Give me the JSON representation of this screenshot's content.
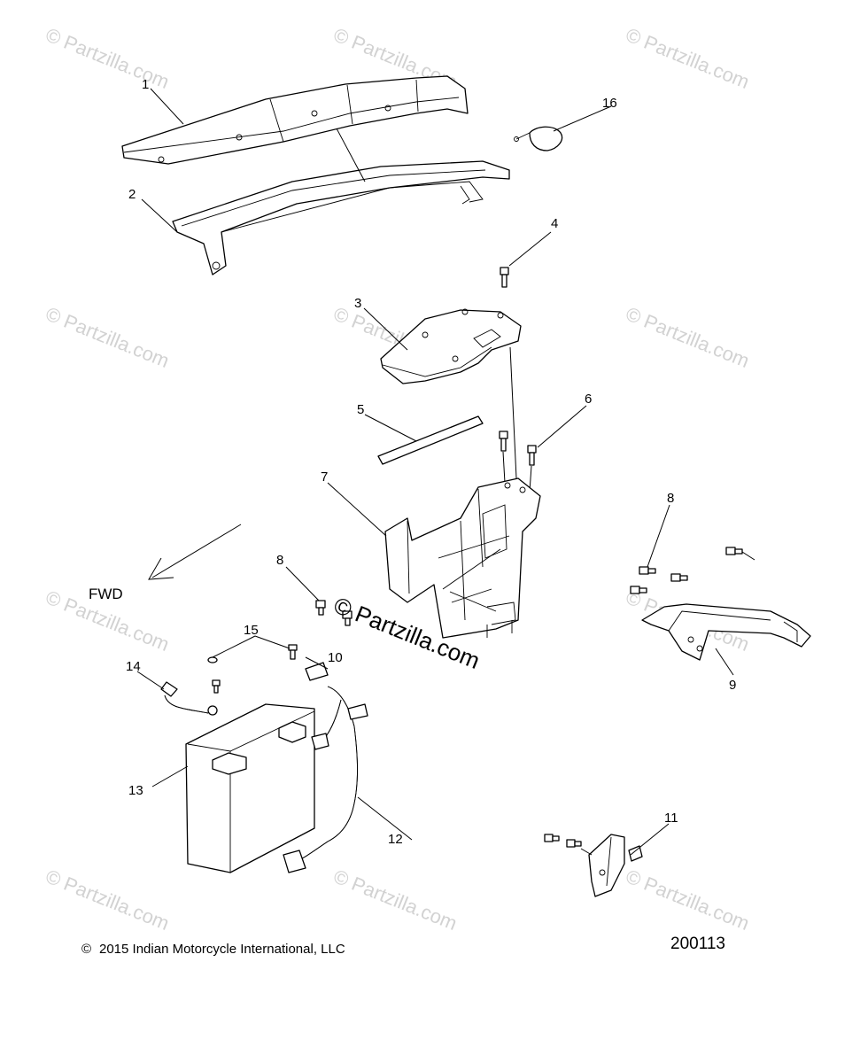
{
  "watermark": "Partzilla.com",
  "watermark_symbol": "©",
  "direction_label": "FWD",
  "copyright_symbol": "©",
  "copyright_text": "2015 Indian Motorcycle International, LLC",
  "diagram_number": "200113",
  "callouts": [
    "1",
    "2",
    "3",
    "4",
    "5",
    "6",
    "7",
    "8",
    "8",
    "9",
    "10",
    "11",
    "12",
    "13",
    "14",
    "15",
    "16"
  ]
}
